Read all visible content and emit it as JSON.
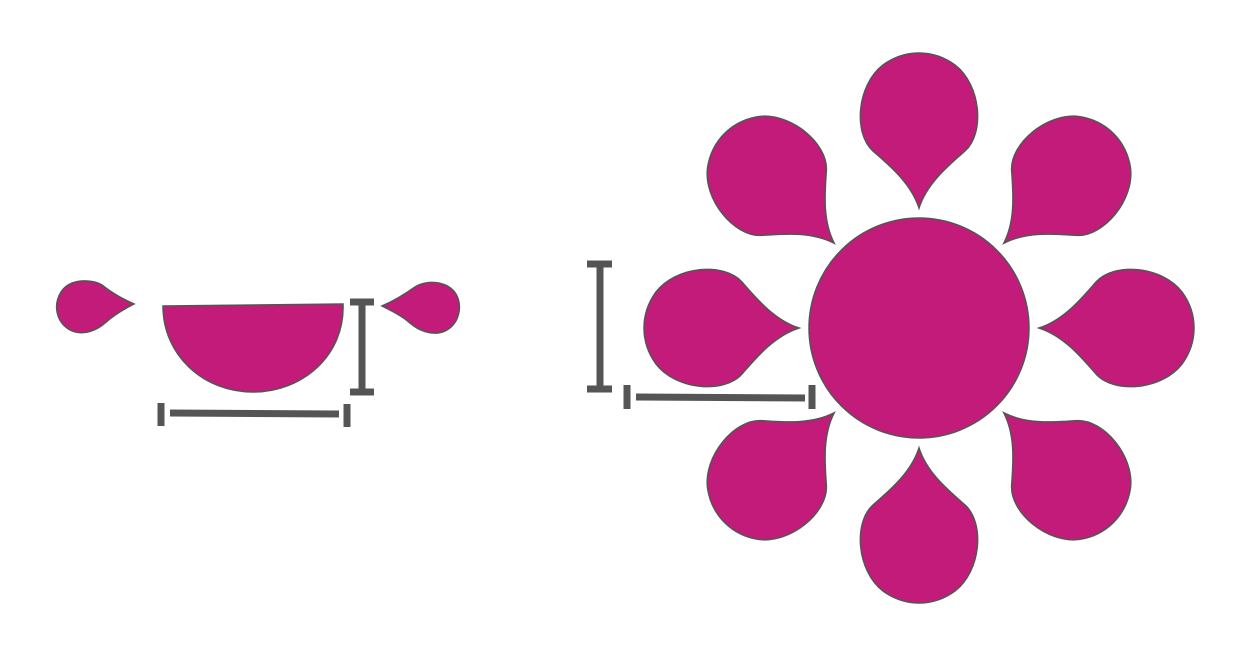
{
  "colors": {
    "background": "#ffffff",
    "petal_fill": "#c21b7a",
    "outline": "#555555",
    "dimension_marker": "#555555"
  },
  "left_figure": {
    "parts": [
      "left-teardrop",
      "half-disc",
      "right-teardrop"
    ],
    "dimension_markers": [
      "width-marker",
      "height-marker"
    ]
  },
  "right_figure": {
    "petal_count": 8,
    "center": "circle",
    "dimension_markers": [
      "width-marker",
      "height-marker"
    ]
  }
}
